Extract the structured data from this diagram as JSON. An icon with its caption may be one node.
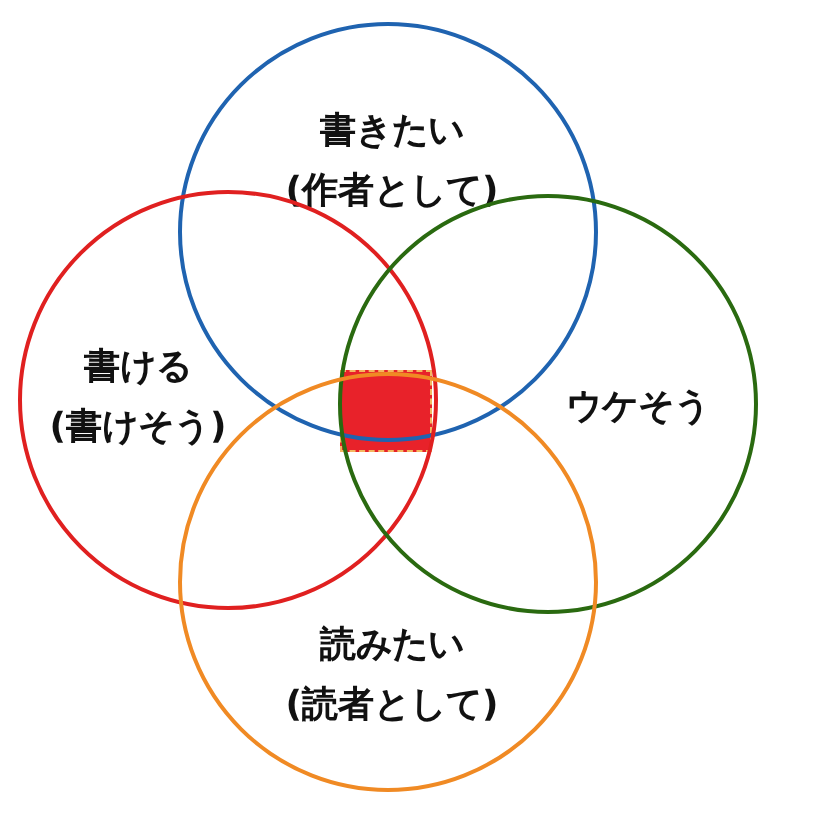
{
  "diagram": {
    "nodes": [
      {
        "text": [
          "書きたい",
          "(作者として)"
        ]
      },
      {
        "text": [
          "書ける",
          "(書けそう)"
        ]
      },
      {
        "text": [
          "ウケそう"
        ]
      },
      {
        "text": [
          "読みたい",
          "(読者として)"
        ]
      }
    ]
  }
}
